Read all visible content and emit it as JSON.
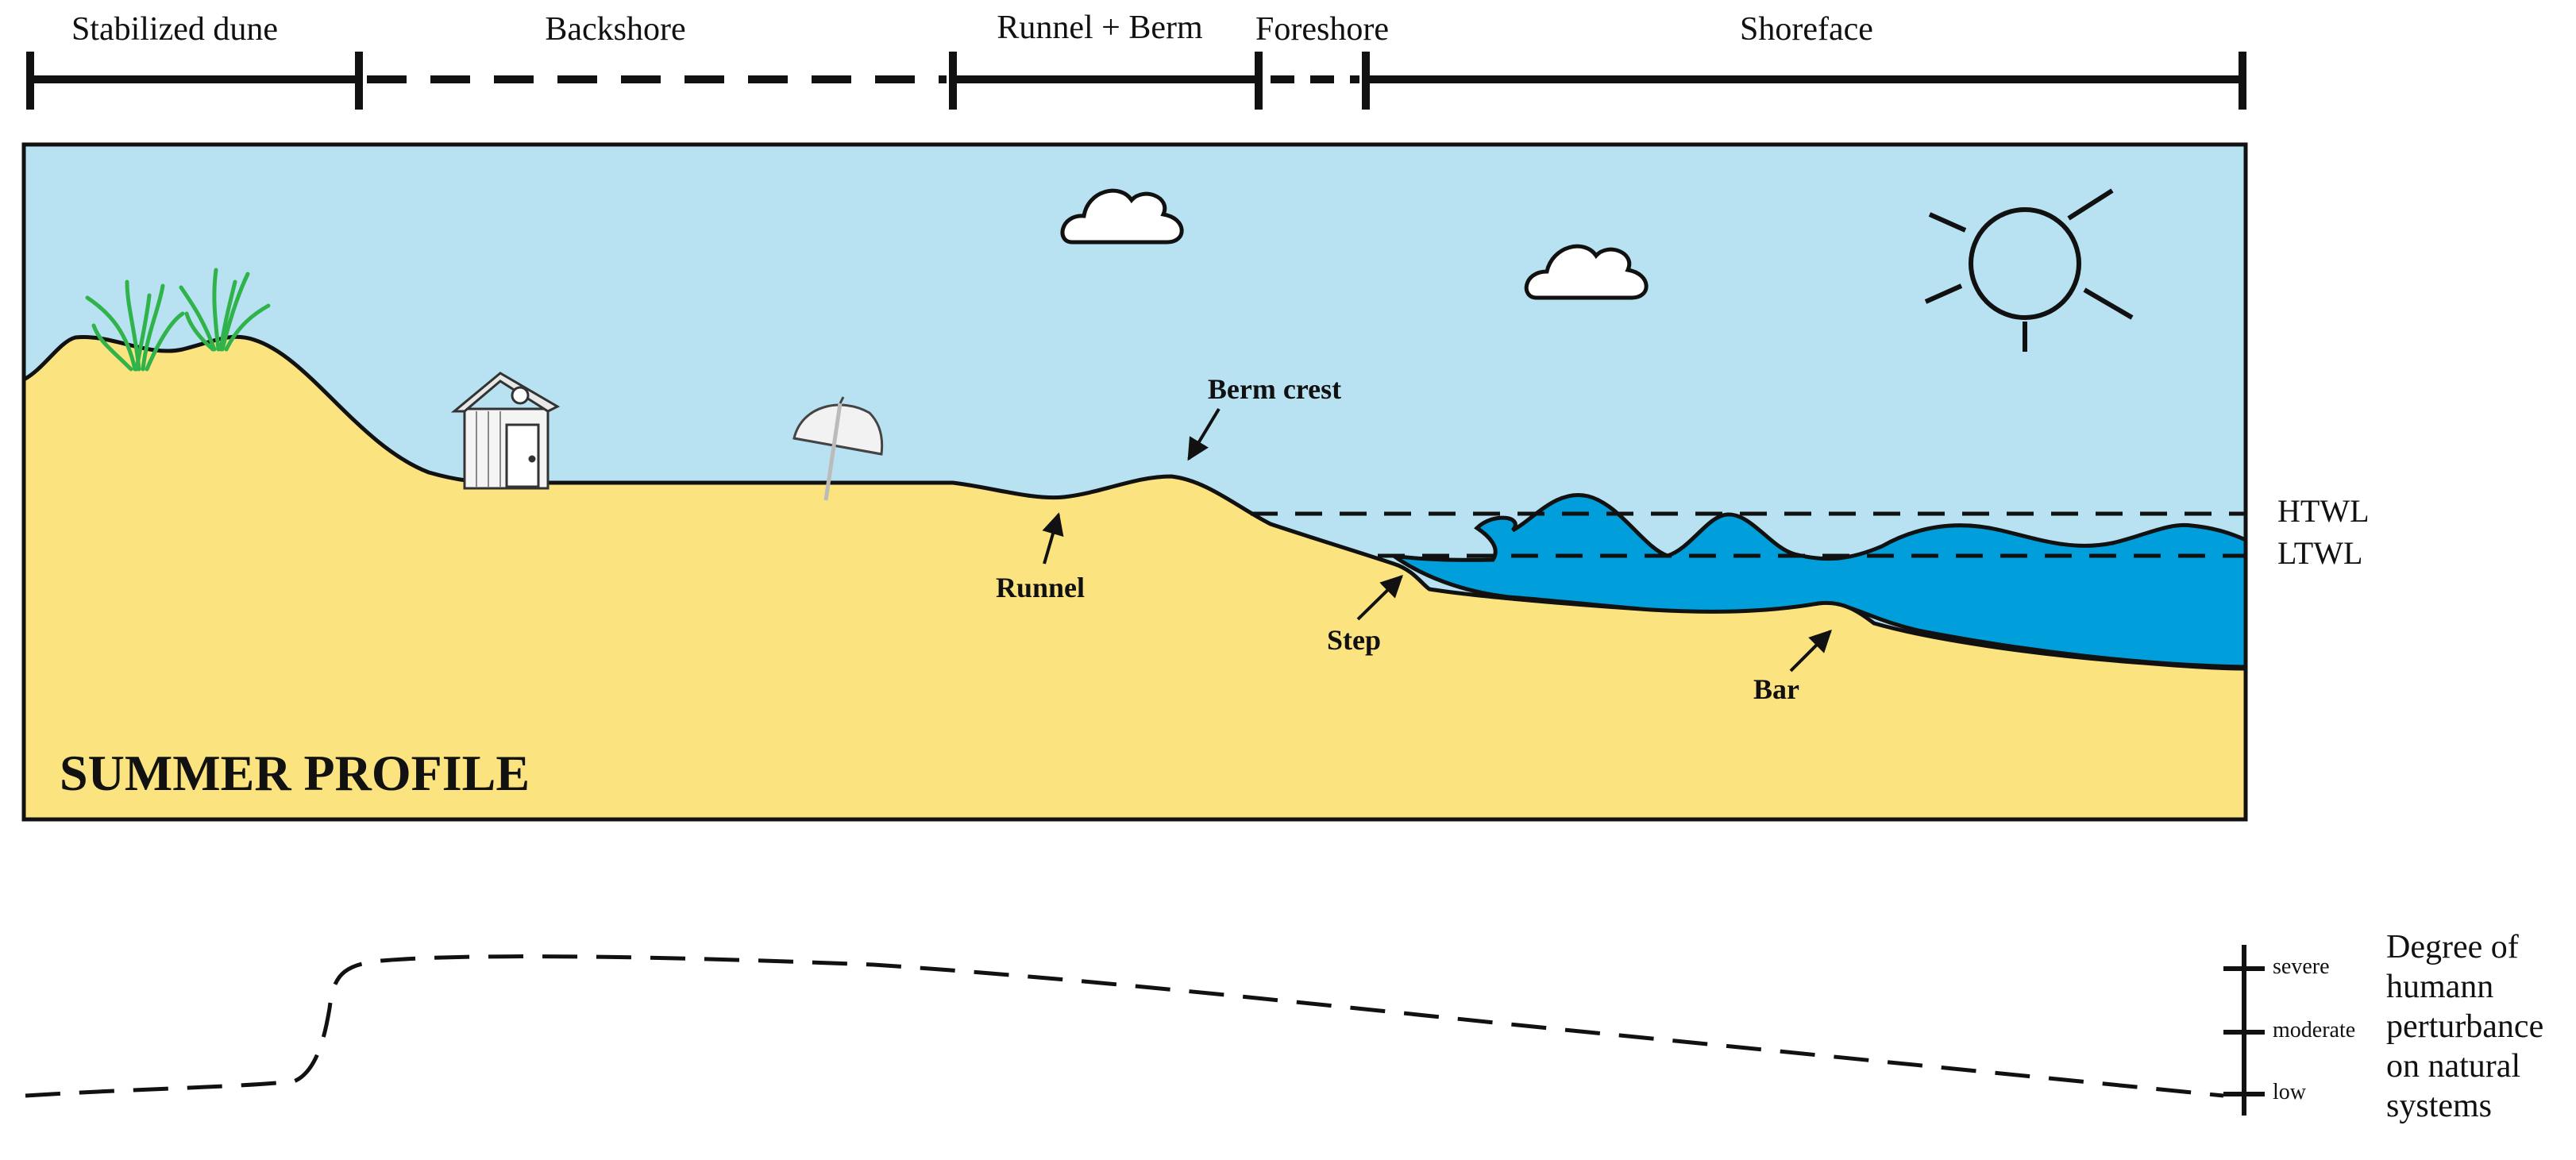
{
  "zones": [
    {
      "label": "Stabilized dune"
    },
    {
      "label": "Backshore"
    },
    {
      "label": "Runnel + Berm"
    },
    {
      "label": "Foreshore"
    },
    {
      "label": "Shoreface"
    }
  ],
  "profile_title": "SUMMER PROFILE",
  "features": {
    "berm_crest": "Berm crest",
    "runnel": "Runnel",
    "step": "Step",
    "bar": "Bar"
  },
  "water_levels": {
    "high": "HTWL",
    "low": "LTWL"
  },
  "perturbance_scale": {
    "levels": [
      "severe",
      "moderate",
      "low"
    ],
    "caption_lines": [
      "Degree of",
      "humann",
      "perturbance",
      "on natural",
      "systems"
    ]
  },
  "colors": {
    "sky": "#b8e2f2",
    "sand": "#fbe37f",
    "water": "#009fdb",
    "grass": "#2fb34a",
    "line": "#111111"
  }
}
